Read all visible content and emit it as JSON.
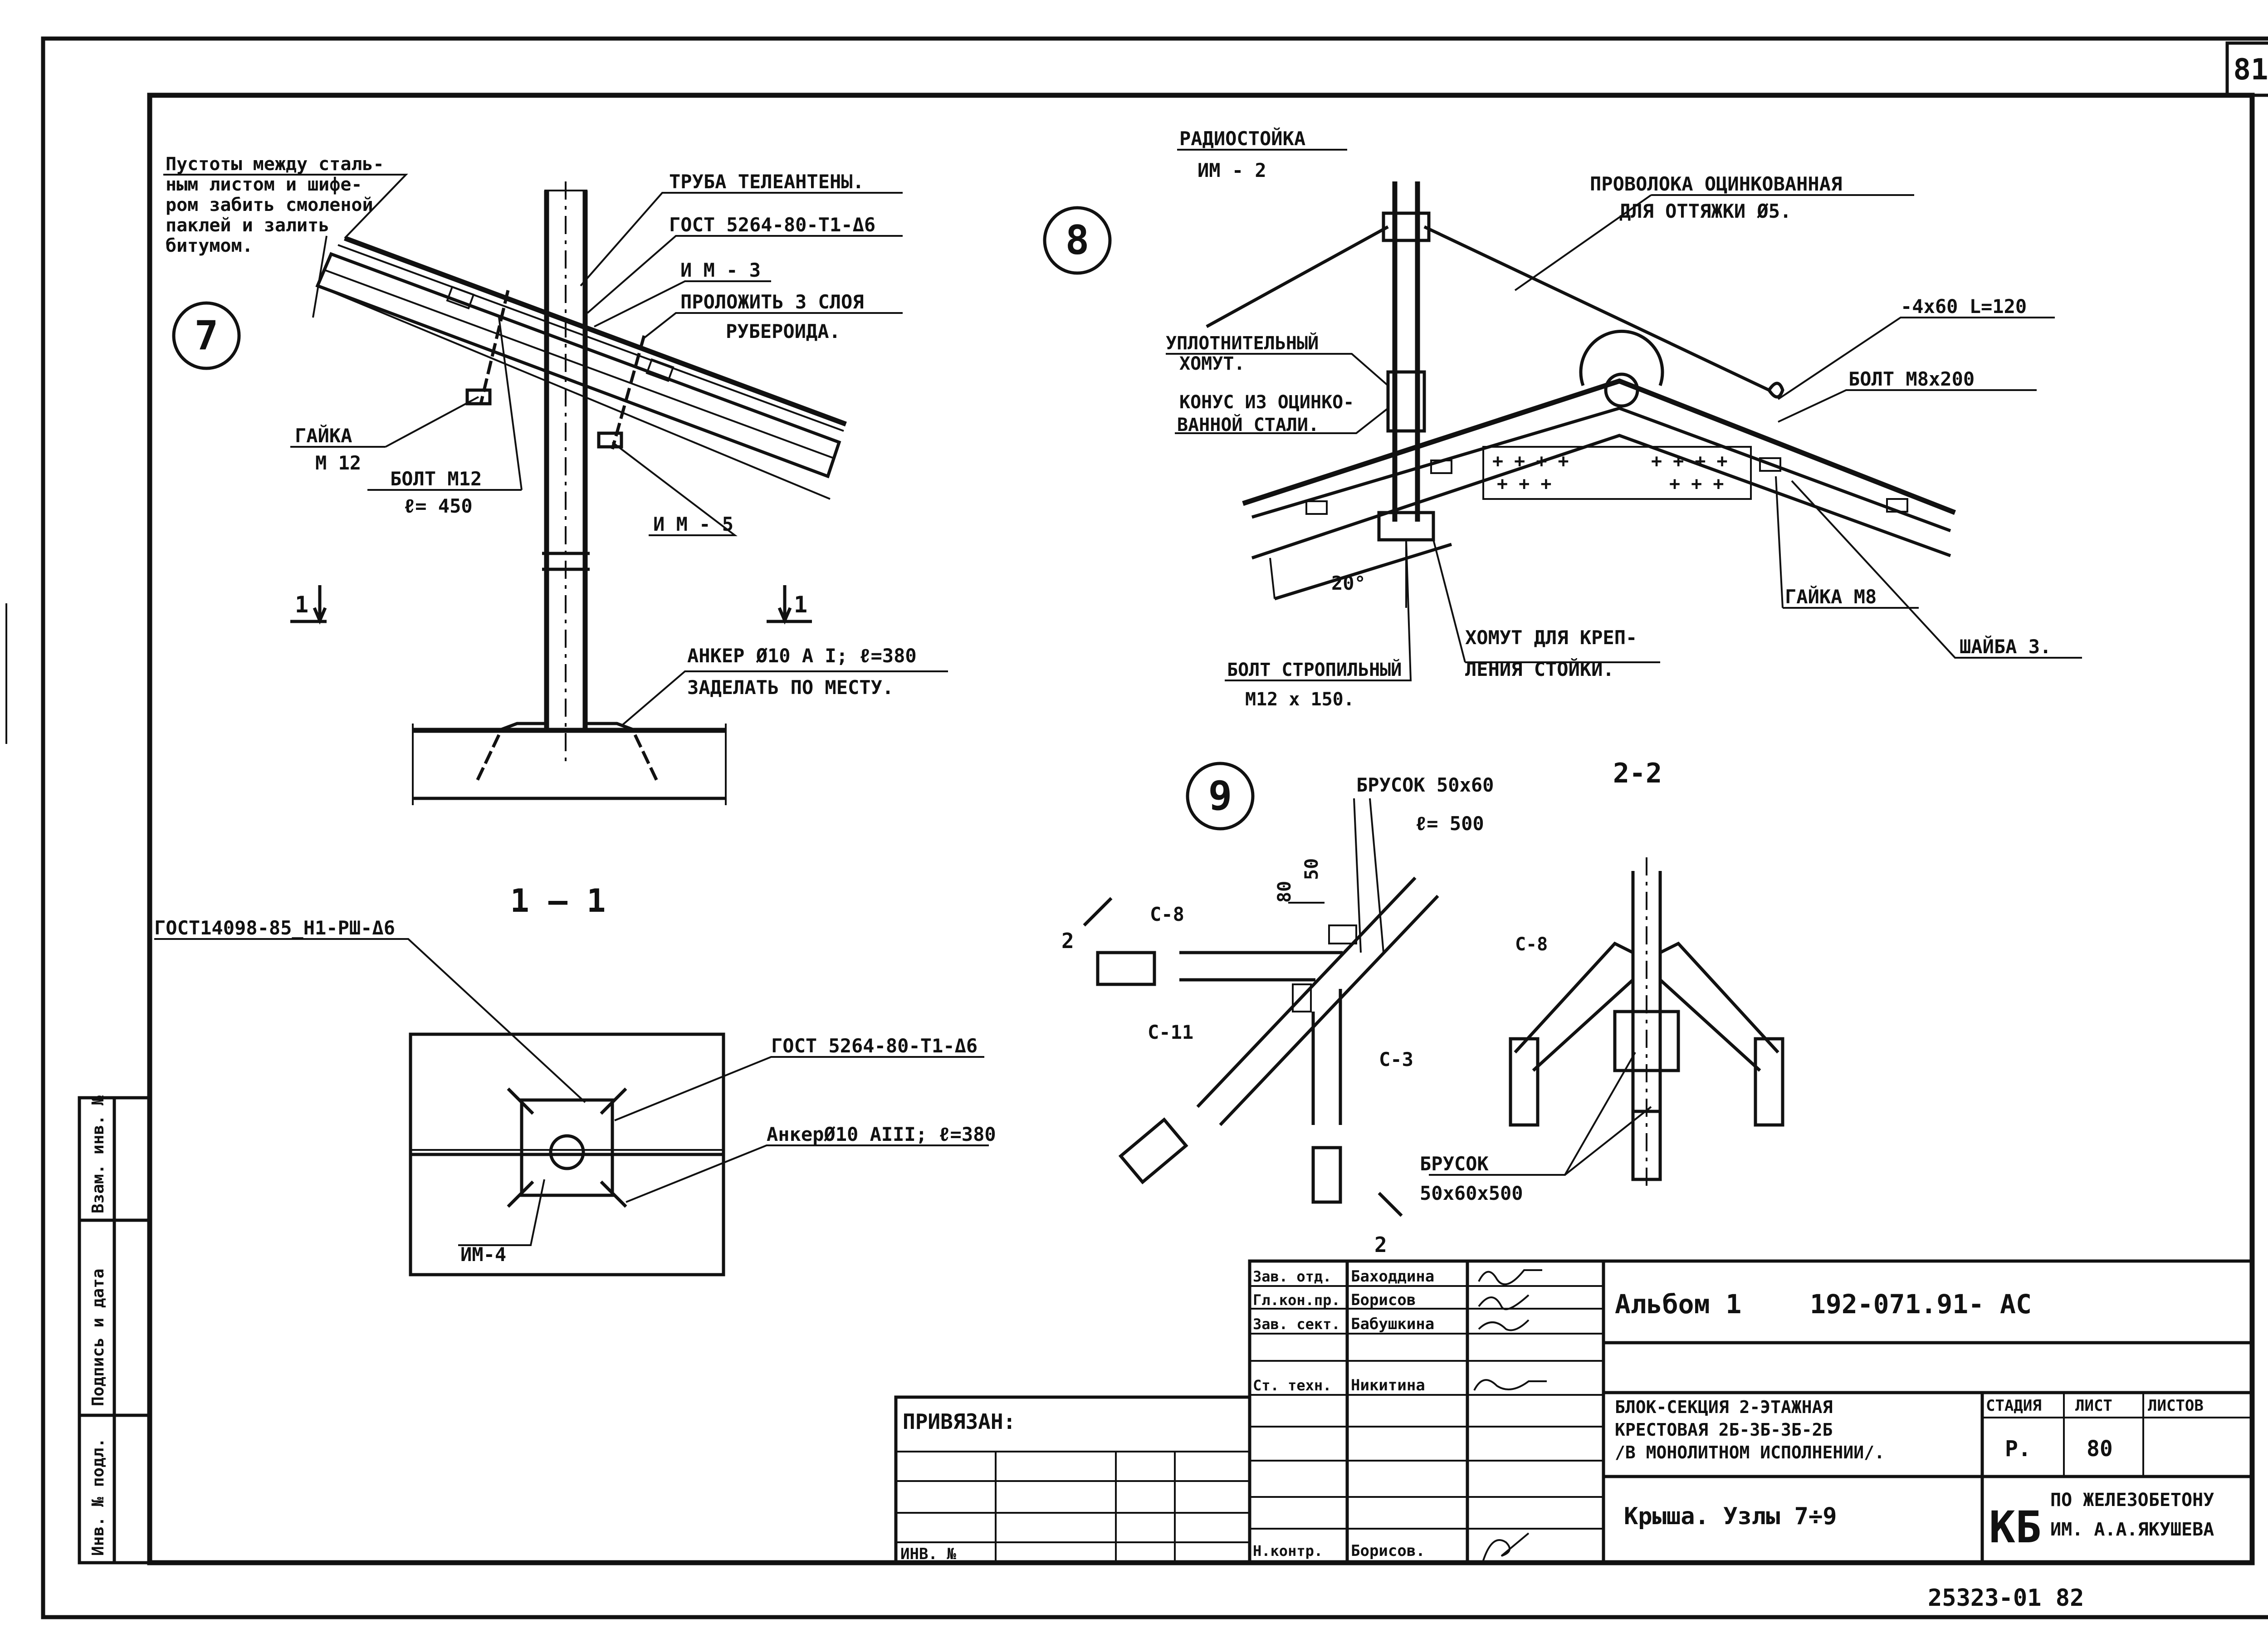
{
  "sheet_number": "81",
  "footer_code": "25323-01 82",
  "node7": {
    "number": "7",
    "note": [
      "Пустоты между сталь-",
      "ным листом и шифе-",
      "ром забить смоленой",
      "паклей и залить",
      "битумом."
    ],
    "tv_pipe": "ТРУБА ТЕЛЕАНТЕНЫ.",
    "gost_pipe": "ГОСТ 5264-80-Т1-Δ6",
    "im3": "И М - 3",
    "layers_1": "ПРОЛОЖИТЬ 3 СЛОЯ",
    "layers_2": "РУБЕРОИДА.",
    "nut_1": "ГАЙКА",
    "nut_2": "М 12",
    "bolt_1": "БОЛТ  М12",
    "bolt_2": "ℓ= 450",
    "im5": "И М - 5",
    "anchor_1": "АНКЕР Ø10 А I; ℓ=380",
    "anchor_2": "ЗАДЕЛАТЬ ПО МЕСТУ.",
    "cut_mark": "1"
  },
  "section_1_1": {
    "title": "1 — 1",
    "gost_weld_1": "ГОСТ14098-85_Н1-РШ-Δ6",
    "gost_weld_2": "ГОСТ 5264-80-Т1-Δ6",
    "anchor": "АнкерØ10 АIII; ℓ=380",
    "im4": "ИМ-4"
  },
  "node8": {
    "number": "8",
    "radio_1": "РАДИОСТОЙКА",
    "radio_2": "ИМ - 2",
    "wire_1": "ПРОВОЛОКА ОЦИНКОВАННАЯ",
    "wire_2": "ДЛЯ ОТТЯЖКИ Ø5.",
    "clamp_seal_1": "УПЛОТНИТЕЛЬНЫЙ",
    "clamp_seal_2": "ХОМУТ.",
    "cone_1": "КОНУС ИЗ ОЦИНКО-",
    "cone_2": "ВАННОЙ СТАЛИ.",
    "plate": "-4x60 L=120",
    "bolt_m8": "БОЛТ М8x200",
    "nut_m8": "ГАЙКА М8",
    "washer": "ШАЙБА 3.",
    "angle": "20°",
    "rafter_bolt_1": "БОЛТ СТРОПИЛЬНЫЙ",
    "rafter_bolt_2": "М12 x 150.",
    "mount_1": "ХОМУТ ДЛЯ КРЕП-",
    "mount_2": "ЛЕНИЯ СТОЙКИ."
  },
  "node9": {
    "number": "9",
    "bar_1": "БРУСОК 50x60",
    "bar_2": "ℓ= 500",
    "dim_80": "80",
    "dim_50": "50",
    "c8": "С-8",
    "c11": "С-11",
    "c3": "С-3",
    "cut": "2"
  },
  "section_2_2": {
    "title": "2-2",
    "c8": "С-8",
    "bar_1": "БРУСОК",
    "bar_2": "50x60x500"
  },
  "side_stamp": {
    "cells": [
      "Инв. № подл.",
      "Подпись и дата",
      "Взам. инв. №"
    ]
  },
  "title_block": {
    "privyazan": "ПРИВЯЗАН:",
    "inv": "ИНВ. №",
    "roles": [
      "Зав. отд.",
      "Гл.кон.пр.",
      "Зав. сект.",
      "",
      "Ст. техн.",
      "",
      "",
      "",
      "Н.контр."
    ],
    "names": [
      "Баходдина",
      "Борисов",
      "Бабушкина",
      "",
      "Никитина",
      "",
      "",
      "",
      "Борисов."
    ],
    "album": "Альбом 1",
    "code": "192-071.91- АС",
    "desc_1": "БЛОК-СЕКЦИЯ 2-ЭТАЖНАЯ",
    "desc_2": "КРЕСТОВАЯ 2Б-3Б-3Б-2Б",
    "desc_3": "/В МОНОЛИТНОМ ИСПОЛНЕНИИ/.",
    "sheet_title": "Крыша. Узлы 7÷9",
    "stage_h": "СТАДИЯ",
    "list_h": "ЛИСТ",
    "lists_h": "ЛИСТОВ",
    "stage": "Р.",
    "list": "80",
    "lists": "",
    "org_mark": "КБ",
    "org_1": "ПО ЖЕЛЕЗОБЕТОНУ",
    "org_2": "ИМ. А.А.ЯКУШЕВА"
  }
}
